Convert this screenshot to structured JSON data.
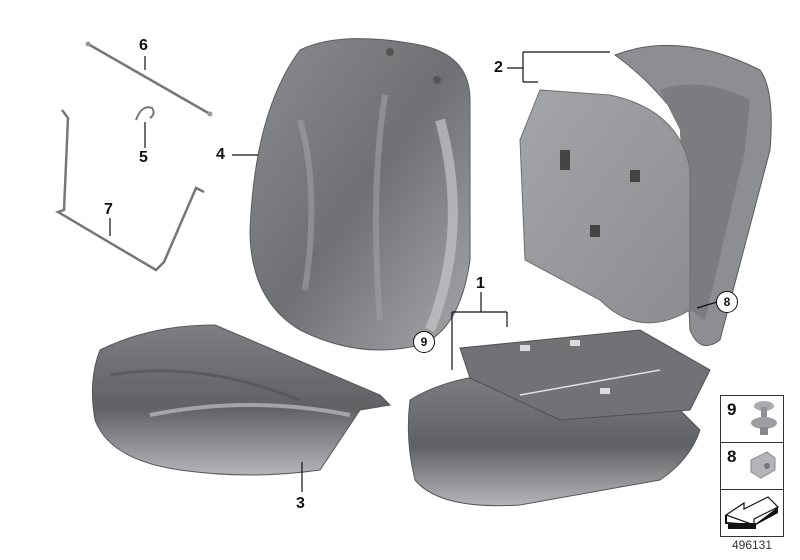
{
  "diagram": {
    "title": "Seat cover / backrest parts diagram",
    "diagram_id": "496131",
    "colors": {
      "background": "#ffffff",
      "part_dark": "#6f7174",
      "part_mid": "#8d8f92",
      "part_light": "#b4b6b9",
      "felt": "#9a9c9f",
      "line": "#111111"
    },
    "callouts": [
      {
        "id": "1",
        "label": "1",
        "part": "seat-base-pad-assembly"
      },
      {
        "id": "2",
        "label": "2",
        "part": "backrest-pad-assembly"
      },
      {
        "id": "3",
        "label": "3",
        "part": "seat-cushion-foam"
      },
      {
        "id": "4",
        "label": "4",
        "part": "backrest-foam"
      },
      {
        "id": "5",
        "label": "5",
        "part": "clip"
      },
      {
        "id": "6",
        "label": "6",
        "part": "tension-wire"
      },
      {
        "id": "7",
        "label": "7",
        "part": "wire-frame"
      },
      {
        "id": "8",
        "label": "8",
        "part": "clamp-fastener",
        "circled": true
      },
      {
        "id": "9",
        "label": "9",
        "part": "expanding-rivet",
        "circled": true
      }
    ],
    "legend": [
      {
        "label": "9",
        "icon": "expanding-rivet-icon"
      },
      {
        "label": "8",
        "icon": "clamp-fastener-icon"
      },
      {
        "label": "",
        "icon": "arrow-icon"
      }
    ]
  }
}
